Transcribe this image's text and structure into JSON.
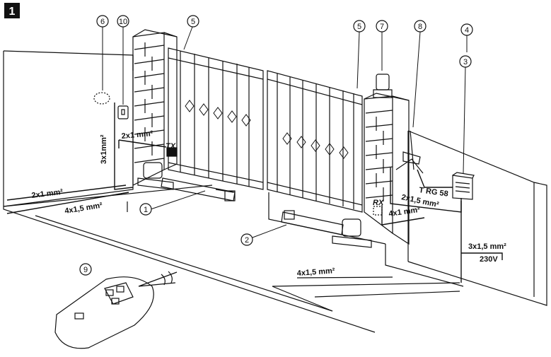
{
  "figure_number": "1",
  "callouts": [
    "1",
    "2",
    "3",
    "4",
    "5",
    "5",
    "6",
    "7",
    "8",
    "9",
    "10"
  ],
  "cable_labels": {
    "wall_left_vertical": "3x1mm²",
    "tx_feed": "2x1 mm²",
    "ground_left_outer": "2x1 mm²",
    "ground_left_inner": "4x1,5 mm²",
    "rx_feed": "4x1 mm²",
    "ground_center": "4x1,5 mm²",
    "antenna_feed": "2x1,5 mm²",
    "mains_feed": "3x1,5 mm²",
    "coax": "T RG 58",
    "voltage": "230V"
  },
  "photocells": {
    "transmitter": "TX",
    "receiver": "RX"
  },
  "colors": {
    "line": "#111111",
    "paper": "#ffffff",
    "badge": "#111111"
  }
}
